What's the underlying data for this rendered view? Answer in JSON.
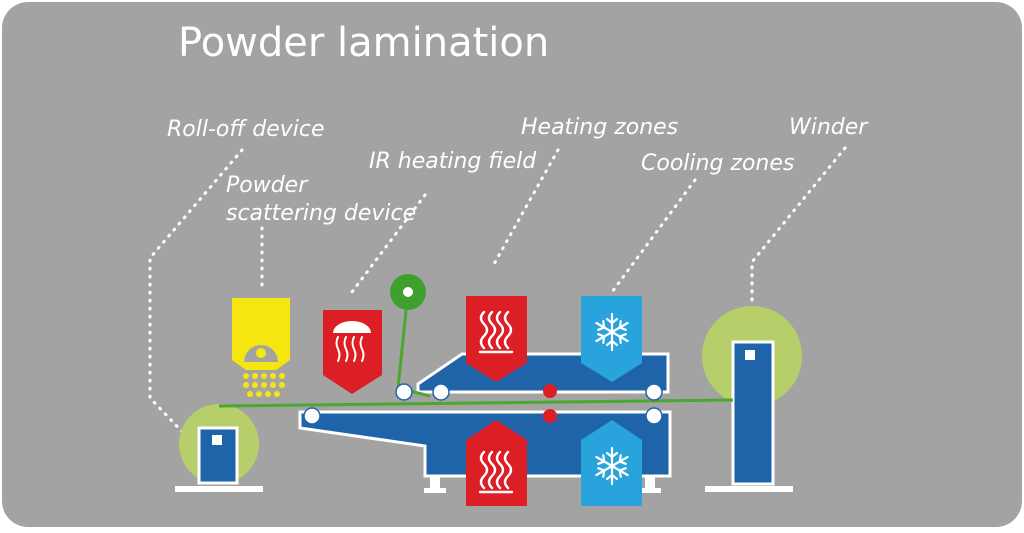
{
  "title": "Powder lamination",
  "labels": {
    "roll_off": "Roll-off device",
    "powder_line1": "Powder",
    "powder_line2": "scattering device",
    "ir_field": "IR heating field",
    "heating": "Heating zones",
    "cooling": "Cooling zones",
    "winder": "Winder"
  },
  "colors": {
    "background": "#a3a3a3",
    "machine_blue": "#1f64a8",
    "heating_red": "#dc1e25",
    "cooling_blue": "#29a3dc",
    "powder_yellow": "#f6e60f",
    "roll_green": "#b6cf6a",
    "film_green": "#4aa82f",
    "guide_roller": "#3fa030"
  },
  "icons": {
    "heating": "heat-waves-icon",
    "cooling": "snowflake-icon",
    "ir": "ir-lamp-icon"
  }
}
